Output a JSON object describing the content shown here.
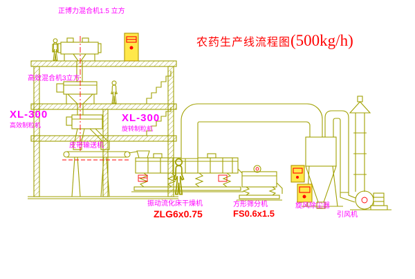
{
  "title": {
    "text": "农药生产线流程图",
    "capacity": "(500kg/h)"
  },
  "equipment_labels": {
    "top_mixer": "正博力混合机1.5 立方",
    "mid_mixer": "高效混合机3立方",
    "granulator_left": {
      "model": "XL-300",
      "name": "高效制粒机"
    },
    "granulator_right": {
      "model": "XL-300",
      "name": "旋转制粒机"
    },
    "belt_conveyor": "皮带输送机",
    "dryer": {
      "name": "振动流化床干燥机",
      "model": "ZLG6x0.75"
    },
    "sieve": {
      "name": "方形筛分机",
      "model": "FS0.6x1.5"
    },
    "cyclone": "旋风除尘器",
    "fan": "引风机"
  },
  "colors": {
    "line_olive": "#a0a000",
    "hatch_olive": "#8f8f00",
    "label_magenta": "#ff00ff",
    "accent_red": "#ff0000",
    "panel_yellow": "#ffe84a",
    "background": "#ffffff"
  }
}
